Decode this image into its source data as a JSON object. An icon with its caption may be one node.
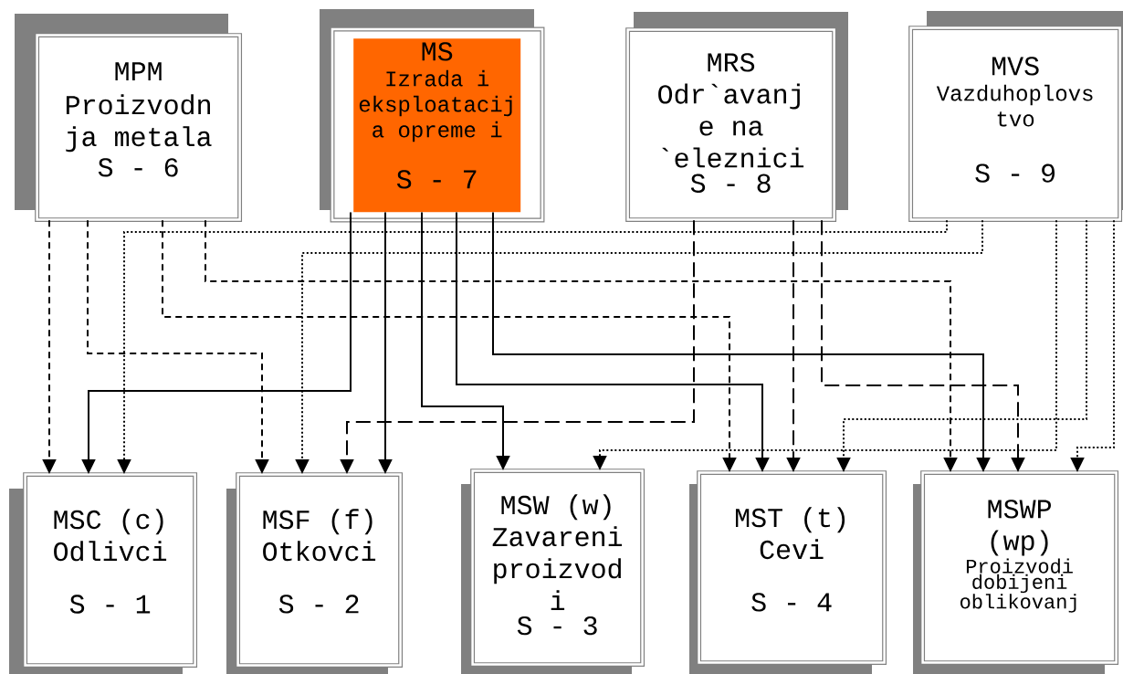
{
  "diagram": {
    "nodes": [
      {
        "text": [
          "MPM",
          "Proizvodn ja metala",
          "S - 6"
        ]
      },
      {
        "text": [
          "MS",
          "Izrada i eksploatacij a opreme i",
          "S - 7"
        ]
      },
      {
        "text": [
          "MRS",
          "Odr`avanj e na `eleznici",
          "S - 8"
        ]
      },
      {
        "text": [
          "MVS",
          "Vazduhoplovs tvo",
          "S - 9"
        ]
      },
      {
        "text": [
          "MSC (c)",
          "Odlivci",
          "S - 1"
        ]
      },
      {
        "text": [
          "MSF (f)",
          "Otkovci",
          "S - 2"
        ]
      },
      {
        "text": [
          "MSW (w)",
          "Zavareni proizvod i",
          "S - 3"
        ]
      },
      {
        "text": [
          "MST (t)",
          "Cevi",
          "S - 4"
        ]
      },
      {
        "text": [
          "MSWP (wp)",
          "Proizvodi dobijeni oblikovanj"
        ]
      }
    ],
    "edges": [
      {
        "from": 0,
        "to": 4,
        "arrow": "to",
        "style": "dashed"
      },
      {
        "from": 0,
        "to": 5,
        "arrow": "to",
        "style": "dashed"
      },
      {
        "from": 0,
        "to": 7,
        "arrow": "to",
        "style": "dashed"
      },
      {
        "from": 0,
        "to": 8,
        "arrow": "to",
        "style": "dashed"
      },
      {
        "from": 1,
        "to": 4,
        "arrow": "to"
      },
      {
        "from": 1,
        "to": 5,
        "arrow": "to"
      },
      {
        "from": 1,
        "to": 6,
        "arrow": "to"
      },
      {
        "from": 1,
        "to": 7,
        "arrow": "to"
      },
      {
        "from": 1,
        "to": 8,
        "arrow": "to"
      },
      {
        "from": 2,
        "to": 5,
        "arrow": "to",
        "style": "dashed"
      },
      {
        "from": 2,
        "to": 7,
        "arrow": "to",
        "style": "dashed"
      },
      {
        "from": 2,
        "to": 8,
        "arrow": "to",
        "style": "dashed"
      },
      {
        "from": 3,
        "to": 4,
        "arrow": "to",
        "style": "dashed"
      },
      {
        "from": 3,
        "to": 5,
        "arrow": "to",
        "style": "dashed"
      },
      {
        "from": 3,
        "to": 6,
        "arrow": "to",
        "style": "dashed"
      },
      {
        "from": 3,
        "to": 7,
        "arrow": "to",
        "style": "dashed"
      },
      {
        "from": 3,
        "to": 8,
        "arrow": "to",
        "style": "dashed"
      }
    ]
  }
}
